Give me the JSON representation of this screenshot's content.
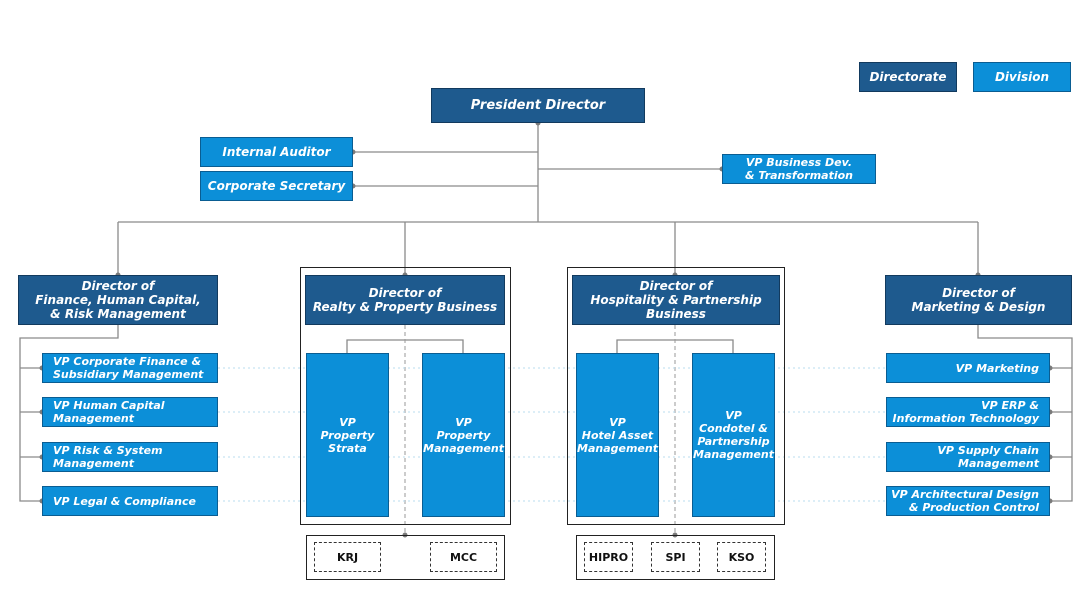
{
  "legend": {
    "directorate": "Directorate",
    "division": "Division"
  },
  "president": "President Director",
  "staff": {
    "internal_auditor": "Internal Auditor",
    "corporate_secretary": "Corporate Secretary",
    "vp_business_dev": "VP Business Dev.\n& Transformation"
  },
  "directors": {
    "finance": "Director of\nFinance, Human Capital,\n& Risk Management",
    "realty": "Director of\nRealty & Property Business",
    "hospitality": "Director of\nHospitality & Partnership Business",
    "marketing": "Director of\nMarketing & Design"
  },
  "finance_vps": [
    "VP Corporate Finance &\nSubsidiary Management",
    "VP Human Capital\nManagement",
    "VP Risk & System\nManagement",
    "VP Legal & Compliance"
  ],
  "realty_vps": [
    "VP\nProperty\nStrata",
    "VP\nProperty\nManagement"
  ],
  "realty_subs": [
    "KRJ",
    "MCC"
  ],
  "hospitality_vps": [
    "VP\nHotel Asset\nManagement",
    "VP\nCondotel &\nPartnership\nManagement"
  ],
  "hospitality_subs": [
    "HIPRO",
    "SPI",
    "KSO"
  ],
  "marketing_vps": [
    "VP Marketing",
    "VP ERP &\nInformation Technology",
    "VP Supply Chain\nManagement",
    "VP Architectural Design\n& Production Control"
  ],
  "colors": {
    "directorate": "#1e5a8e",
    "division": "#0c8fd8",
    "connector": "#8a8a8a"
  }
}
